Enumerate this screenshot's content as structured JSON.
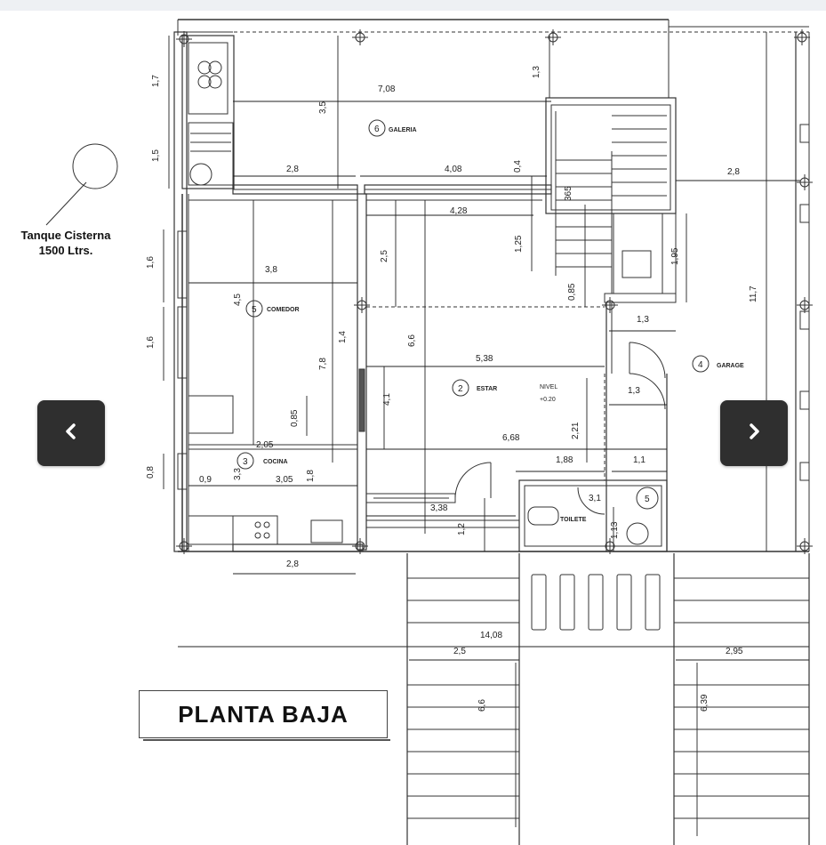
{
  "plan": {
    "title": "PLANTA BAJA",
    "tank": {
      "line1": "Tanque Cisterna",
      "line2": "1500 Ltrs."
    },
    "rooms": {
      "galeria": {
        "num": "6",
        "name": "GALERIA"
      },
      "comedor": {
        "num": "5",
        "name": "COMEDOR"
      },
      "estar": {
        "num": "2",
        "name": "ESTAR"
      },
      "cocina": {
        "num": "3",
        "name": "COCINA"
      },
      "toilette": {
        "name": "TOILETE"
      },
      "garage": {
        "num": "4",
        "name": "GARAGE"
      },
      "bath_num": "5"
    },
    "nivel": {
      "label": "NIVEL",
      "value": "+0.20"
    },
    "dims": {
      "d_708": "7,08",
      "d_35": "3,5",
      "d_13_top": "1,3",
      "d_17": "1,7",
      "d_15": "1,5",
      "d_28_left": "2,8",
      "d_408": "4,08",
      "d_04": "0,4",
      "d_365": "365",
      "d_28_right": "2,8",
      "d_428": "4,28",
      "d_25": "2,5",
      "d_125": "1,25",
      "d_195": "1,95",
      "d_117": "11,7",
      "d_16a": "1,6",
      "d_38": "3,8",
      "d_45": "4,5",
      "d_085a": "0,85",
      "d_13_mid": "1,3",
      "d_16b": "1,6",
      "d_14": "1,4",
      "d_66": "6,6",
      "d_78": "7,8",
      "d_538": "5,38",
      "d_41": "4,1",
      "d_13_garage": "1,3",
      "d_085b": "0,85",
      "d_221": "2,21",
      "d_205": "2,05",
      "d_668": "6,68",
      "d_08": "0,8",
      "d_09": "0,9",
      "d_305": "3,05",
      "d_18": "1,8",
      "d_188": "1,88",
      "d_11": "1,1",
      "d_338": "3,38",
      "d_31": "3,1",
      "d_12": "1,2",
      "d_113": "1,13",
      "d_28_bottom": "2,8",
      "d_1408": "14,08",
      "d_25_bottom": "2,5",
      "d_295": "2,95",
      "d_66_bottom": "6,6",
      "d_639": "6,39",
      "d_33": "3,3"
    }
  },
  "nav": {
    "prev_icon": "chevron-left-icon",
    "next_icon": "chevron-right-icon"
  },
  "colors": {
    "line": "#333333",
    "nav_bg": "#2f2f2f",
    "nav_icon": "#ffffff"
  }
}
